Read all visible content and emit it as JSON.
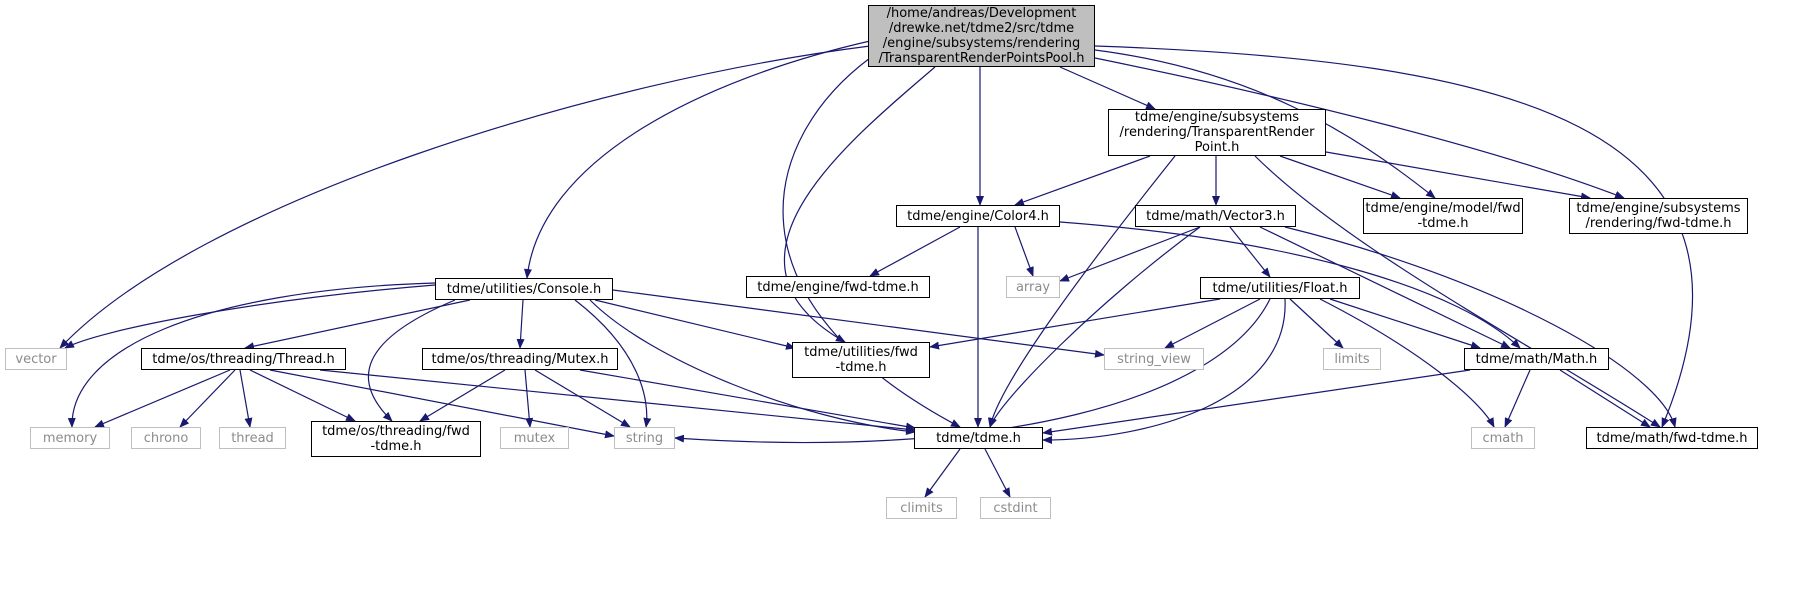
{
  "colors": {
    "edge": "#191970",
    "node_border": "#000000",
    "sys_border": "#bfbfbf",
    "sys_text": "#8c8c8c",
    "root_fill": "#bfbfbf"
  },
  "nodes": {
    "root": "/home/andreas/Development\n/drewke.net/tdme2/src/tdme\n/engine/subsystems/rendering\n/TransparentRenderPointsPool.h",
    "trp": "tdme/engine/subsystems\n/rendering/TransparentRender\nPoint.h",
    "color4": "tdme/engine/Color4.h",
    "vector3": "tdme/math/Vector3.h",
    "model_fwd": "tdme/engine/model/fwd\n-tdme.h",
    "rendering_fwd": "tdme/engine/subsystems\n/rendering/fwd-tdme.h",
    "engine_fwd": "tdme/engine/fwd-tdme.h",
    "array": "array",
    "float": "tdme/utilities/Float.h",
    "console": "tdme/utilities/Console.h",
    "vector": "vector",
    "thread": "tdme/os/threading/Thread.h",
    "mutex_h": "tdme/os/threading/Mutex.h",
    "utilities_fwd": "tdme/utilities/fwd\n-tdme.h",
    "string_view": "string_view",
    "limits": "limits",
    "math": "tdme/math/Math.h",
    "memory": "memory",
    "chrono": "chrono",
    "thread_std": "thread",
    "threading_fwd": "tdme/os/threading/fwd\n-tdme.h",
    "mutex_std": "mutex",
    "string": "string",
    "tdme": "tdme/tdme.h",
    "cmath": "cmath",
    "math_fwd": "tdme/math/fwd-tdme.h",
    "climits": "climits",
    "cstdint": "cstdint"
  }
}
